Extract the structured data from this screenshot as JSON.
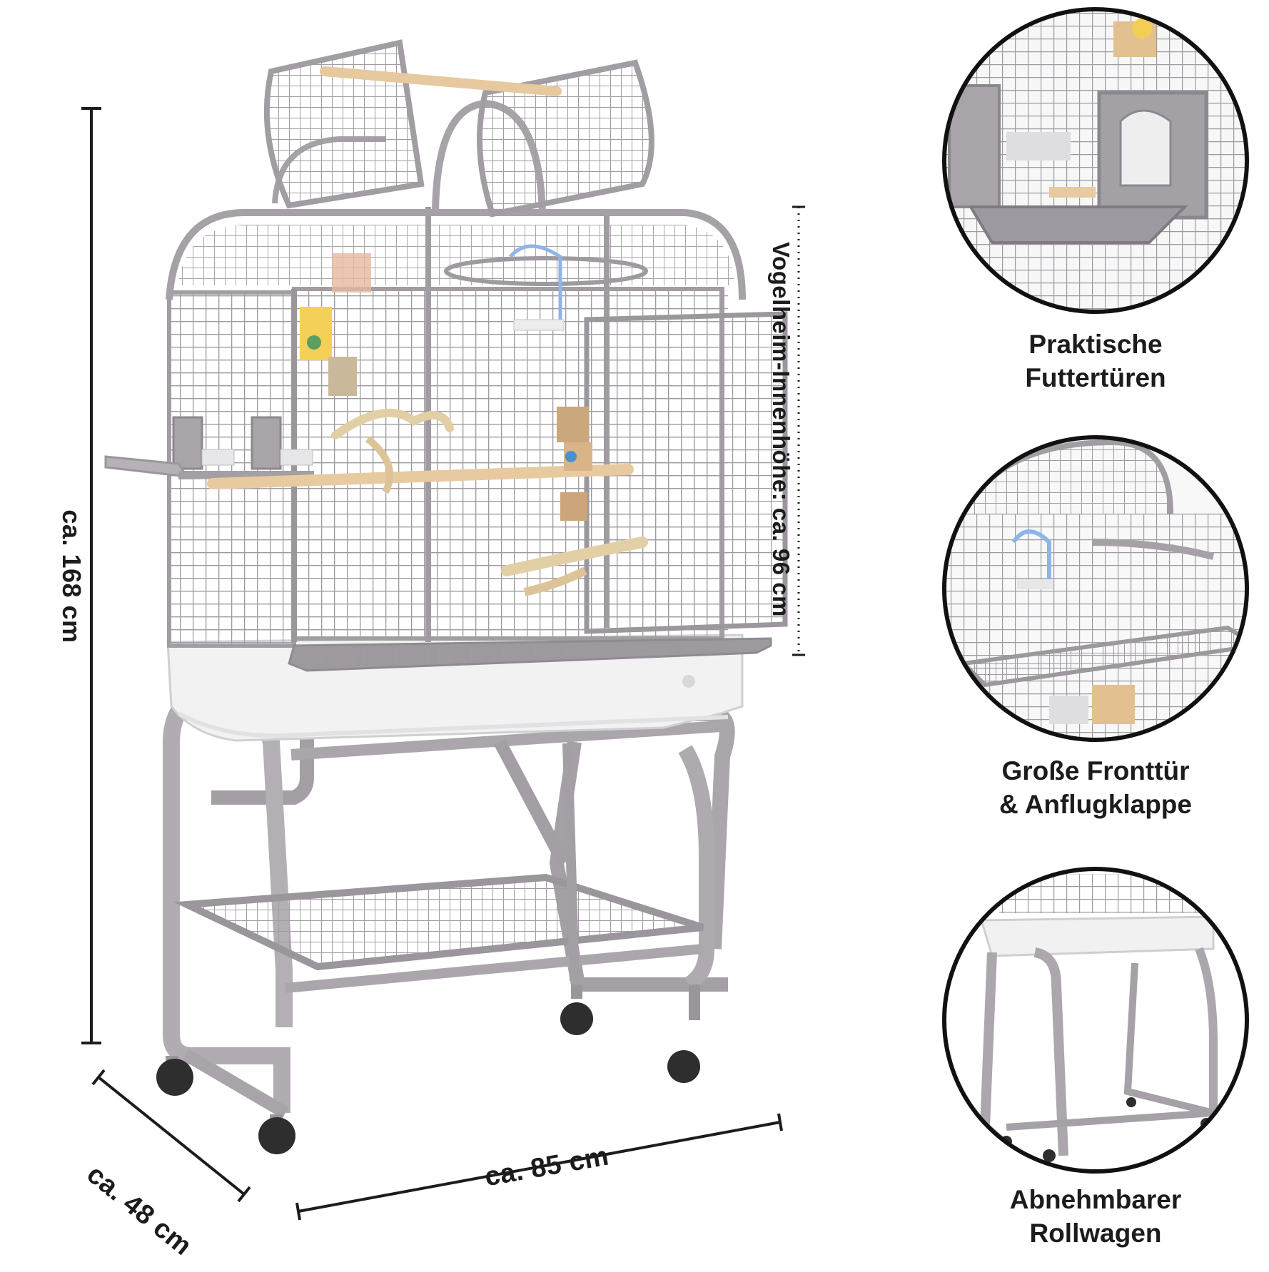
{
  "image": {
    "background": "#ffffff",
    "subject": "bird cage on rolling stand",
    "colors": {
      "frame": "#a7a3a8",
      "frame_dark": "#8c888e",
      "wire": "#9a969b",
      "tray": "#f3f3f3",
      "wood": "#e8c9a0",
      "wheel": "#2d2d2d",
      "dimension_line": "#1c1c1c"
    }
  },
  "dimensions": {
    "height_total": "ca. 168 cm",
    "inner_height": "Vogelheim-Innenhöhe: ca. 96 cm",
    "depth": "ca. 48 cm",
    "width": "ca. 85 cm"
  },
  "features": [
    {
      "line1": "Praktische",
      "line2": "Futtertüren",
      "icon": "feeding-door-detail"
    },
    {
      "line1": "Große Fronttür",
      "line2": "& Anflugklappe",
      "icon": "front-door-detail"
    },
    {
      "line1": "Abnehmbarer",
      "line2": "Rollwagen",
      "icon": "rolling-stand-detail"
    }
  ]
}
